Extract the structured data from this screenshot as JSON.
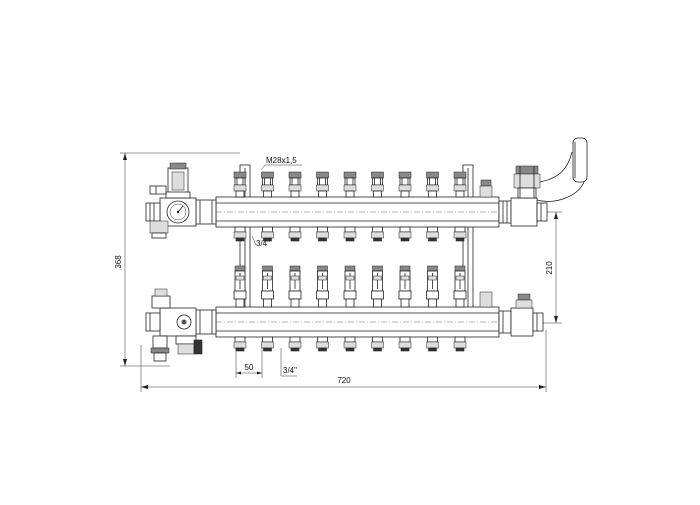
{
  "labels": {
    "thread_main": "M28x1,5",
    "thread_top_outlet": "3/4\"",
    "thread_bottom_outlet": "3/4\""
  },
  "dimensions": {
    "total_height": "368",
    "total_width": "720",
    "outlet_spacing": "50",
    "header_spacing": "210"
  },
  "outlets_count": 9
}
